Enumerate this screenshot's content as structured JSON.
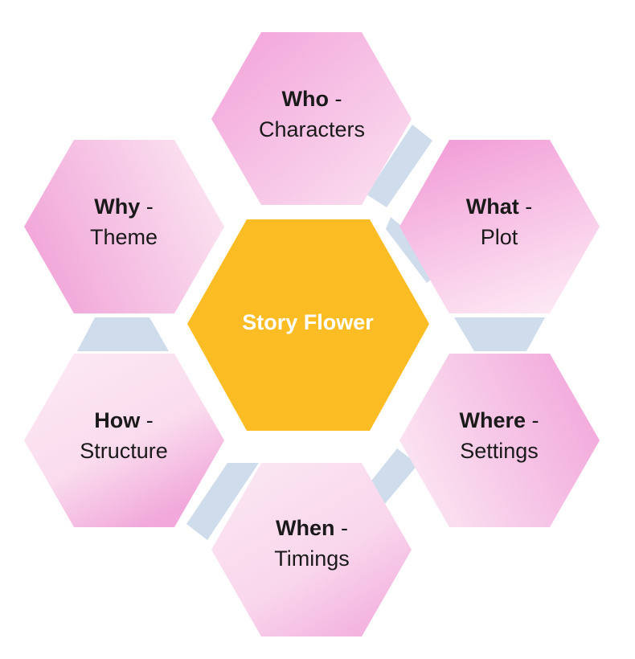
{
  "center": {
    "label": "Story Flower",
    "color": "#fbbc24"
  },
  "petals": [
    {
      "id": "who",
      "keyword": "Who",
      "separator": " -",
      "label": "Characters"
    },
    {
      "id": "what",
      "keyword": "What",
      "separator": " -",
      "label": "Plot"
    },
    {
      "id": "where",
      "keyword": "Where",
      "separator": " -",
      "label": "Settings"
    },
    {
      "id": "when",
      "keyword": "When",
      "separator": " -",
      "label": "Timings"
    },
    {
      "id": "how",
      "keyword": "How",
      "separator": " -",
      "label": "Structure"
    },
    {
      "id": "why",
      "keyword": "Why",
      "separator": " -",
      "label": "Theme"
    }
  ],
  "colors": {
    "petal_light": "#fbe3f1",
    "petal_deep": "#f2a6dc",
    "connector": "#cfdcec"
  }
}
